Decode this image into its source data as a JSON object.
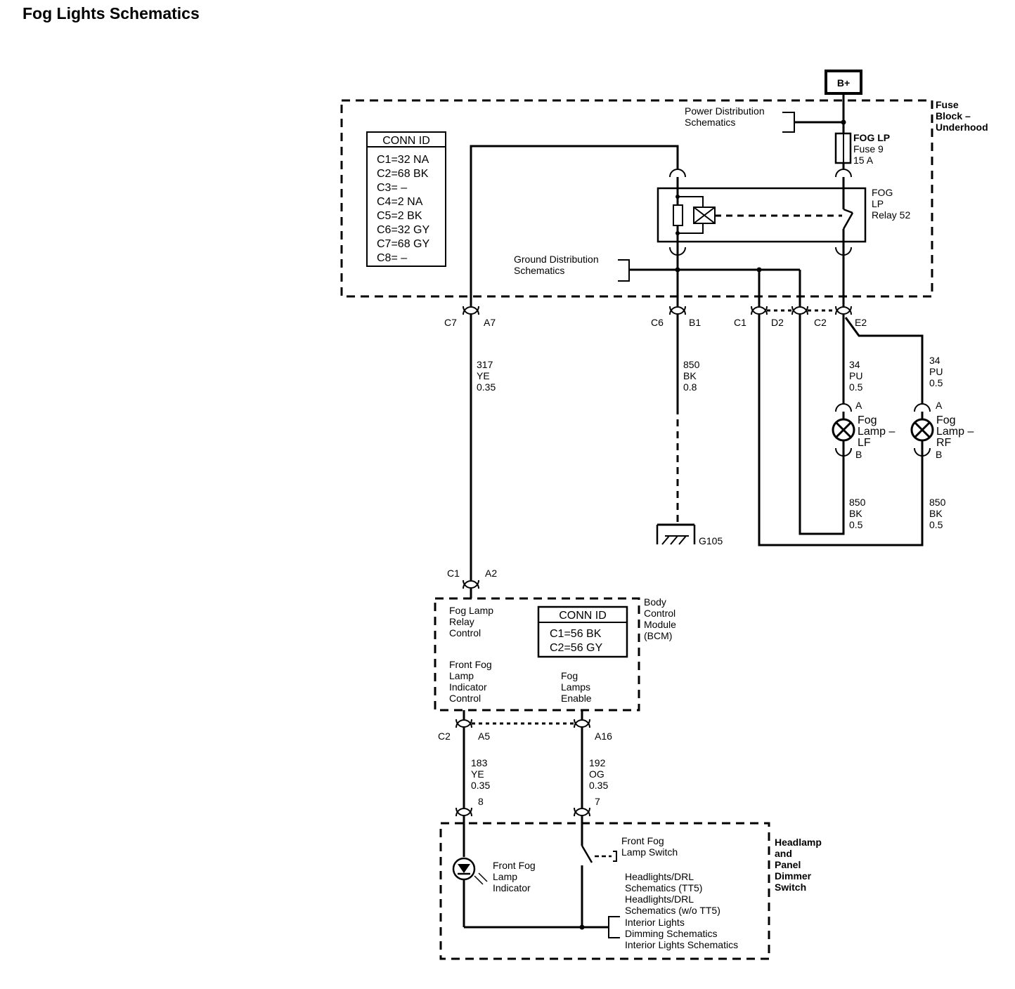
{
  "title": "Fog Lights Schematics",
  "colors": {
    "ink": "#000000",
    "background": "#ffffff"
  },
  "power": {
    "source": "B+",
    "power_distribution": [
      "Power Distribution",
      "Schematics"
    ]
  },
  "fuse_block": {
    "name": [
      "Fuse",
      "Block –",
      "Underhood"
    ],
    "conn_id": {
      "header": "CONN ID",
      "rows": [
        "C1=32 NA",
        "C2=68 BK",
        "C3= –",
        "C4=2 NA",
        "C5=2 BK",
        "C6=32 GY",
        "C7=68 GY",
        "C8= –"
      ]
    },
    "fuse": [
      "FOG  LP",
      "Fuse 9",
      "15 A"
    ],
    "relay": [
      "FOG",
      "LP",
      "Relay 52"
    ],
    "ground_distribution": [
      "Ground Distribution",
      "Schematics"
    ],
    "connectors": [
      {
        "conn": "C7",
        "pin": "A7"
      },
      {
        "conn": "C6",
        "pin": "B1"
      },
      {
        "conn": "C1",
        "pin": "D2"
      },
      {
        "conn": "C2",
        "pin": "E2"
      }
    ]
  },
  "wires": {
    "w317": [
      "317",
      "YE",
      "0.35"
    ],
    "w850_main": [
      "850",
      "BK",
      "0.8"
    ],
    "w34_lf": [
      "34",
      "PU",
      "0.5"
    ],
    "w34_rf": [
      "34",
      "PU",
      "0.5"
    ],
    "w850_lf": [
      "850",
      "BK",
      "0.5"
    ],
    "w850_rf": [
      "850",
      "BK",
      "0.5"
    ],
    "w183": [
      "183",
      "YE",
      "0.35"
    ],
    "w192": [
      "192",
      "OG",
      "0.35"
    ]
  },
  "ground": {
    "label": "G105"
  },
  "fog_lamps": {
    "lf": {
      "pin_a": "A",
      "pin_b": "B",
      "label": [
        "Fog",
        "Lamp –",
        "LF"
      ]
    },
    "rf": {
      "pin_a": "A",
      "pin_b": "B",
      "label": [
        "Fog",
        "Lamp –",
        "RF"
      ]
    }
  },
  "bcm": {
    "name": [
      "Body",
      "Control",
      "Module",
      "(BCM)"
    ],
    "top_connector": {
      "conn": "C1",
      "pin": "A2"
    },
    "relay_control": [
      "Fog Lamp",
      "Relay",
      "Control"
    ],
    "indicator_control": [
      "Front Fog",
      "Lamp",
      "Indicator",
      "Control"
    ],
    "lamps_enable": [
      "Fog",
      "Lamps",
      "Enable"
    ],
    "conn_id": {
      "header": "CONN ID",
      "rows": [
        "C1=56 BK",
        "C2=56 GY"
      ]
    },
    "bottom_connector": {
      "conn": "C2",
      "pin_left": "A5",
      "pin_right": "A16"
    }
  },
  "switch_module": {
    "name": [
      "Headlamp",
      "and",
      "Panel",
      "Dimmer",
      "Switch"
    ],
    "pin_left": "8",
    "pin_right": "7",
    "switch_label": [
      "Front Fog",
      "Lamp Switch"
    ],
    "indicator_label": [
      "Front Fog",
      "Lamp",
      "Indicator"
    ],
    "references": [
      "Headlights/DRL",
      "Schematics (TT5)",
      "Headlights/DRL",
      "Schematics (w/o TT5)",
      "Interior Lights",
      "Dimming Schematics",
      "Interior Lights Schematics"
    ]
  }
}
